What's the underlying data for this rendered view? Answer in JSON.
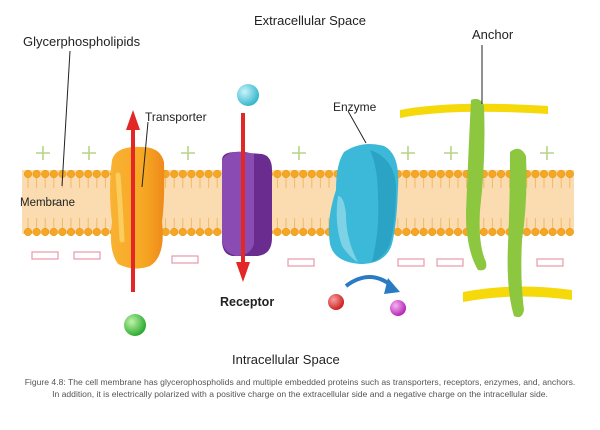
{
  "labels": {
    "extracellular": "Extracellular Space",
    "intracellular": "Intracellular Space",
    "glycerophospholipids": "Glycerphospholipids",
    "transporter": "Transporter",
    "enzyme": "Enzyme",
    "anchor": "Anchor",
    "membrane": "Membrane",
    "receptor": "Receptor"
  },
  "caption": "Figure 4.8: The cell membrane has glycerophospholids and multiple embedded proteins such as transporters, receptors, enzymes, and, anchors. In addition, it is electrically polarized with a positive charge on the extracellular side and a negative charge on the intracellular side.",
  "colors": {
    "lipid_head": "#f5a623",
    "membrane_fill": "#fbdcb0",
    "transporter": "#f7a823",
    "receptor": "#7b3fa0",
    "enzyme": "#3cb8d8",
    "anchor_protein": "#8dc63f",
    "anchor_lipid": "#f5d90a",
    "arrow_red": "#e32626",
    "positive_sign": "#b7d48a",
    "negative_sign": "#e89aaa"
  }
}
